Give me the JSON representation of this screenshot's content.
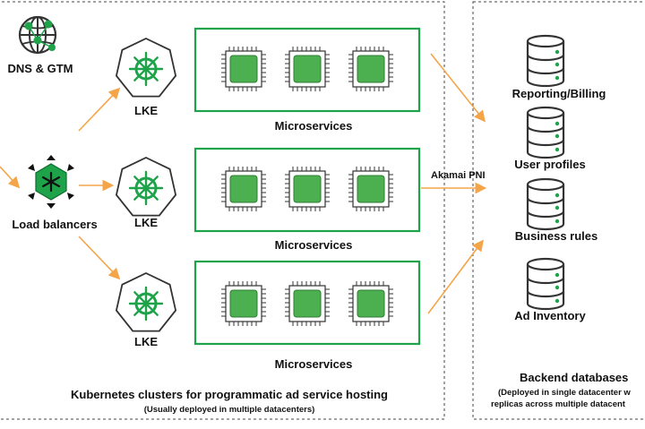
{
  "dns": {
    "label": "DNS & GTM"
  },
  "load_balancers": {
    "label": "Load balancers"
  },
  "clusters": [
    {
      "lke_label": "LKE",
      "services_label": "Microservices"
    },
    {
      "lke_label": "LKE",
      "services_label": "Microservices"
    },
    {
      "lke_label": "LKE",
      "services_label": "Microservices"
    }
  ],
  "pni_label": "Akamai PNI",
  "k8s_region": {
    "title": "Kubernetes clusters for programmatic ad service hosting",
    "subtitle": "(Usually deployed in multiple datacenters)"
  },
  "databases": [
    {
      "label": "Reporting/Billing"
    },
    {
      "label": "User profiles"
    },
    {
      "label": "Business rules"
    },
    {
      "label": "Ad Inventory"
    }
  ],
  "backend_region": {
    "title": "Backend databases",
    "subtitle_line1": "(Deployed in single datacenter w",
    "subtitle_line2": "replicas across multiple datacent"
  },
  "colors": {
    "accent_green": "#1ea34a",
    "chip_green": "#4caf50",
    "arrow_orange": "#f4a54a",
    "border_gray": "#444444"
  }
}
